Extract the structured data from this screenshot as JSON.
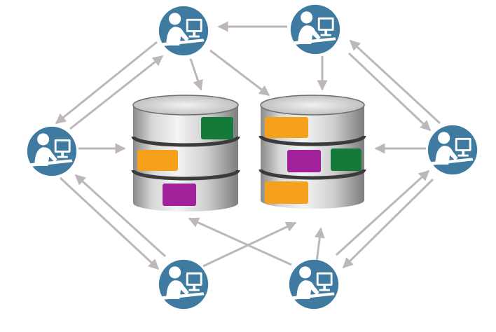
{
  "colors": {
    "node_fill": "#3f7ba0",
    "node_ring": "#ffffff",
    "edge": "#bdb6bc",
    "db_top": "#dcdcdc",
    "db_body_dark": "#8e8e8e",
    "db_body_light": "#ececec",
    "db_band": "#3b3b3b",
    "block_green": "#137a3a",
    "block_orange": "#f5a11c",
    "block_purple": "#a0219a"
  },
  "nodes": [
    {
      "id": "user-top-left",
      "icon": "user-at-computer-icon"
    },
    {
      "id": "user-top-right",
      "icon": "user-at-computer-icon"
    },
    {
      "id": "user-mid-left",
      "icon": "user-at-computer-icon"
    },
    {
      "id": "user-mid-right",
      "icon": "user-at-computer-icon"
    },
    {
      "id": "user-bottom-left",
      "icon": "user-at-computer-icon"
    },
    {
      "id": "user-bottom-right",
      "icon": "user-at-computer-icon"
    }
  ],
  "databases": [
    {
      "id": "database-left",
      "icon": "database-cylinder-icon",
      "tiers": [
        {
          "blocks": [
            "block_green"
          ]
        },
        {
          "blocks": [
            "block_orange"
          ]
        },
        {
          "blocks": [
            "block_purple"
          ]
        }
      ]
    },
    {
      "id": "database-right",
      "icon": "database-cylinder-icon",
      "tiers": [
        {
          "blocks": [
            "block_orange"
          ]
        },
        {
          "blocks": [
            "block_purple",
            "block_green"
          ]
        },
        {
          "blocks": [
            "block_orange"
          ]
        }
      ]
    }
  ]
}
